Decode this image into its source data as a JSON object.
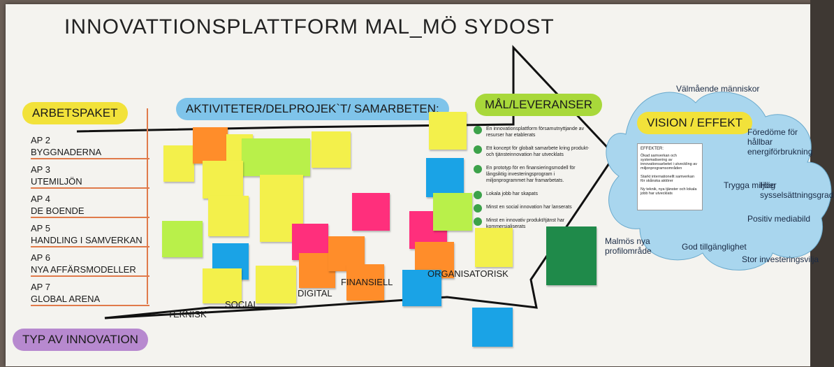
{
  "title": "INNOVATTIONSPLATTFORM MAL_MÖ SYDOST",
  "labels": {
    "arbetspaket": "ARBETSPAKET",
    "aktiviteter": "AKTIVITETER/DELPROJEK`T/ SAMARBETEN:",
    "mal": "MÅL/LEVERANSER",
    "vision": "VISION / EFFEKT",
    "typ": "TYP AV INNOVATION"
  },
  "ap_items": [
    {
      "num": "AP 2",
      "name": "BYGGNADERNA"
    },
    {
      "num": "AP 3",
      "name": "UTEMILJÖN"
    },
    {
      "num": "AP 4",
      "name": "DE BOENDE"
    },
    {
      "num": "AP 5",
      "name": "HANDLING I SAMVERKAN"
    },
    {
      "num": "AP 6",
      "name": "NYA AFFÄRSMODELLER"
    },
    {
      "num": "AP 7",
      "name": "GLOBAL ARENA"
    }
  ],
  "goals": [
    "En innovationsplattform församutnyttjande av resurser har etablerats",
    "Ett koncept för globalt samarbete kring produkt- och tjänsteinnovation har utvecklats",
    "En prototyp för en finansieringsmodell för långsiktig investeringsprogram i miljonprogrammet har framarbetats.",
    "Lokala jobb har skapats",
    "Minst en social innovation har lanserats",
    "Minst en innovativ produkt/tjänst har kommersialiserats"
  ],
  "effekter": {
    "heading": "EFFEKTER:",
    "items": [
      "Ökad samverkan och systematisering av innovationsarbetet i utveckling av miljonprogramsområden",
      "Starkt internationellt samverkan för skånska aktörer",
      "Ny teknik, nya tjänster och lokala jobb har utvecklats"
    ]
  },
  "cloud": [
    "Välmående människor",
    "Föredöme för hållbar energiförbrukning",
    "Trygga miljöer",
    "Hög sysselsättningsgrad",
    "Positiv mediabild",
    "Malmös nya profilområde",
    "God tillgänglighet",
    "Stor investeringsvilja"
  ],
  "innovation_types": [
    "TEKNISK",
    "SOCIAL",
    "DIGITAL",
    "FINANSIELL",
    "ORGANISATORISK"
  ],
  "colors": {
    "yellow": "#f2e23a",
    "blue": "#7fc4ea",
    "green": "#a8d83a",
    "purple": "#b789cf"
  }
}
